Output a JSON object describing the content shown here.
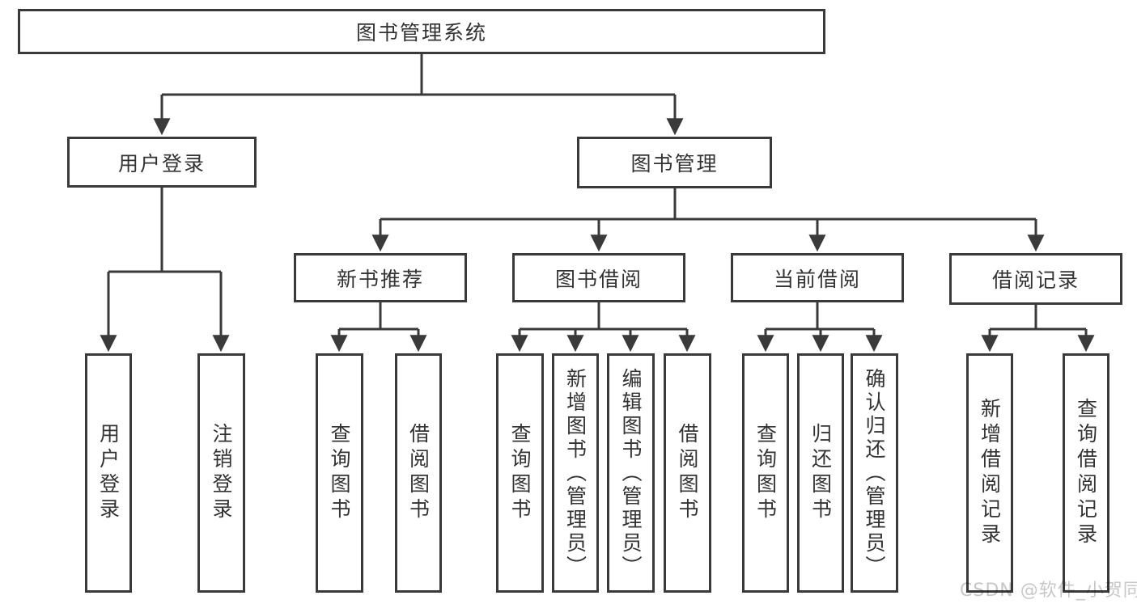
{
  "diagram_title": "图书管理系统",
  "nodes": {
    "root": {
      "label": "图书管理系统"
    },
    "user_login": {
      "label": "用户登录"
    },
    "book_mgmt": {
      "label": "图书管理"
    },
    "new_book_rec": {
      "label": "新书推荐"
    },
    "book_borrow": {
      "label": "图书借阅"
    },
    "current_borrow": {
      "label": "当前借阅"
    },
    "borrow_records": {
      "label": "借阅记录"
    },
    "leaf_user_login": {
      "label": "用户登录"
    },
    "leaf_logout": {
      "label": "注销登录"
    },
    "leaf_query_books_1": {
      "label": "查询图书"
    },
    "leaf_borrow_books_1": {
      "label": "借阅图书"
    },
    "leaf_query_books_2": {
      "label": "查询图书"
    },
    "leaf_add_books": {
      "label": "新增图书（管理员）"
    },
    "leaf_edit_books": {
      "label": "编辑图书（管理员）"
    },
    "leaf_borrow_books_2": {
      "label": "借阅图书"
    },
    "leaf_query_books_3": {
      "label": "查询图书"
    },
    "leaf_return_books": {
      "label": "归还图书"
    },
    "leaf_confirm_return": {
      "label": "确认归还（管理员）"
    },
    "leaf_add_record": {
      "label": "新增借阅记录"
    },
    "leaf_query_record": {
      "label": "查询借阅记录"
    }
  },
  "hierarchy": {
    "图书管理系统": {
      "用户登录": [
        "用户登录",
        "注销登录"
      ],
      "图书管理": {
        "新书推荐": [
          "查询图书",
          "借阅图书"
        ],
        "图书借阅": [
          "查询图书",
          "新增图书（管理员）",
          "编辑图书（管理员）",
          "借阅图书"
        ],
        "当前借阅": [
          "查询图书",
          "归还图书",
          "确认归还（管理员）"
        ],
        "借阅记录": [
          "新增借阅记录",
          "查询借阅记录"
        ]
      }
    }
  },
  "watermark": {
    "text": "CSDN @软件_小贺同学"
  },
  "colors": {
    "line": "#3a3a3a",
    "box_border": "#3a3a3a",
    "box_fill": "#ffffff",
    "text": "#333333",
    "background": "#ffffff",
    "watermark": "#c7c7c7"
  }
}
